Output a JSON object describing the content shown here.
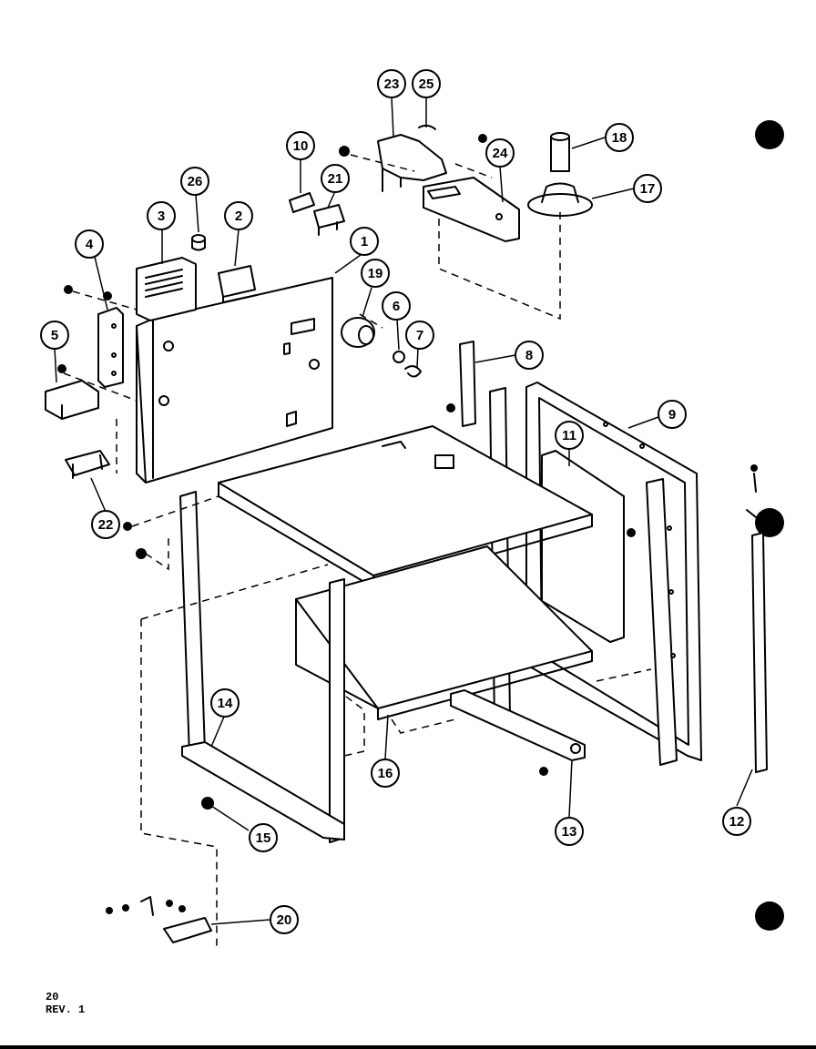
{
  "diagram": {
    "callouts": [
      "1",
      "2",
      "3",
      "4",
      "5",
      "6",
      "7",
      "8",
      "9",
      "10",
      "11",
      "12",
      "13",
      "14",
      "15",
      "16",
      "17",
      "18",
      "19",
      "20",
      "21",
      "22",
      "23",
      "24",
      "25",
      "26"
    ]
  },
  "footer": {
    "page_number": "20",
    "revision": "REV. 1"
  }
}
